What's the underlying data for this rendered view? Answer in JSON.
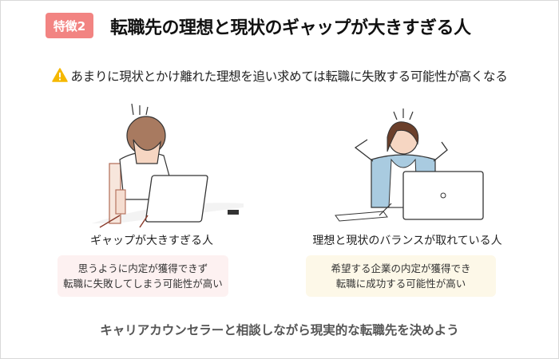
{
  "header": {
    "badge": "特徴2",
    "title": "転職先の理想と現状のギャップが大きすぎる人"
  },
  "warning": {
    "icon": "warning-icon",
    "text": "あまりに現状とかけ離れた理想を追い求めては転職に失敗する可能性が高くなる"
  },
  "left": {
    "caption": "ギャップが大きすぎる人",
    "lines": [
      "思うように内定が獲得できず",
      "転職に失敗してしまう可能性が高い"
    ],
    "box_color": "#fdf1f1"
  },
  "right": {
    "caption": "理想と現状のバランスが取れている人",
    "lines": [
      "希望する企業の内定が獲得でき",
      "転職に成功する可能性が高い"
    ],
    "box_color": "#fdf8e8"
  },
  "footer": {
    "text": "キャリアカウンセラーと相談しながら現実的な転職先を決めよう"
  },
  "colors": {
    "badge": "#f28482",
    "warning": "#f5b800"
  }
}
